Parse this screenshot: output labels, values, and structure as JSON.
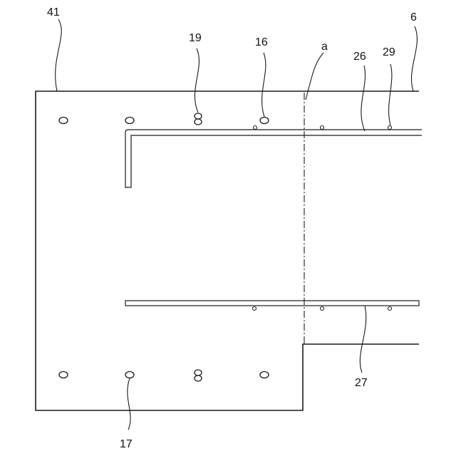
{
  "labels": {
    "plate": "41",
    "edge_right": "6",
    "hole_top": "19",
    "hole_top2": "16",
    "section_line": "a",
    "rail_upper": "26",
    "rail_upper_pin": "29",
    "rail_lower": "27",
    "hole_bottom": "17"
  }
}
